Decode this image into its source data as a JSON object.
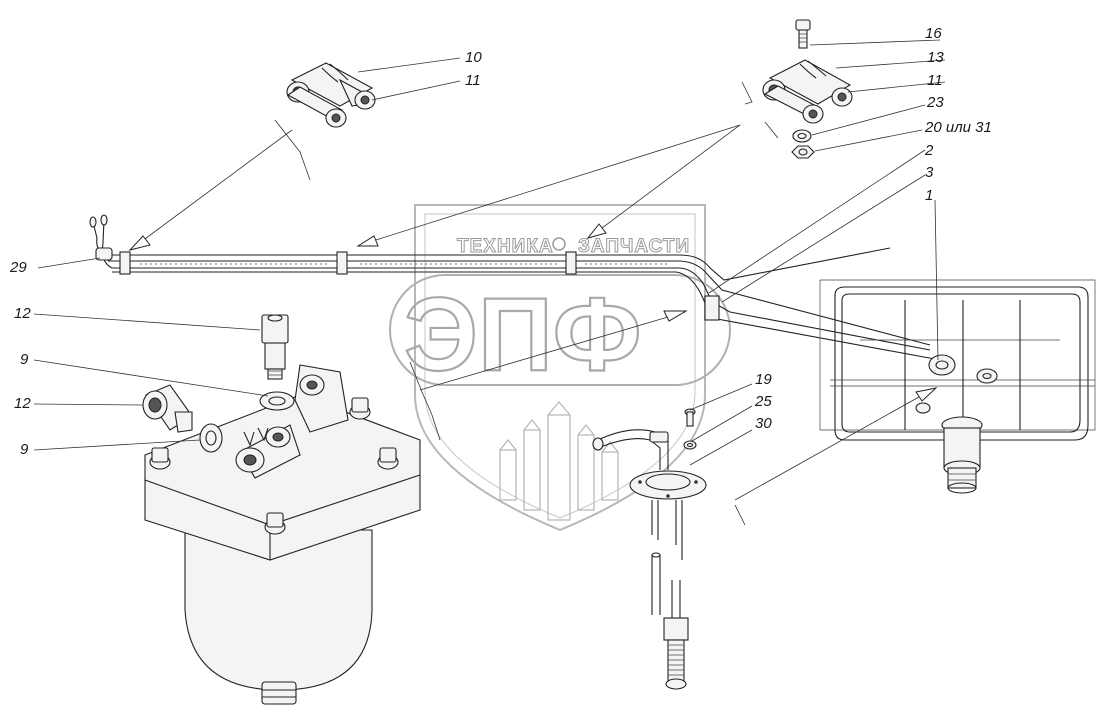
{
  "watermark": {
    "top_left": "ТЕХНИКА",
    "top_right": "ЗАПЧАСТИ",
    "big": "ЭПФ"
  },
  "callouts": {
    "c16": "16",
    "c10": "10",
    "c13": "13",
    "c11a": "11",
    "c11b": "11",
    "c23": "23",
    "c20": "20 или 31",
    "c2": "2",
    "c3": "3",
    "c1": "1",
    "c29": "29",
    "c12a": "12",
    "c9a": "9",
    "c12b": "12",
    "c9b": "9",
    "c19": "19",
    "c25": "25",
    "c30": "30"
  }
}
